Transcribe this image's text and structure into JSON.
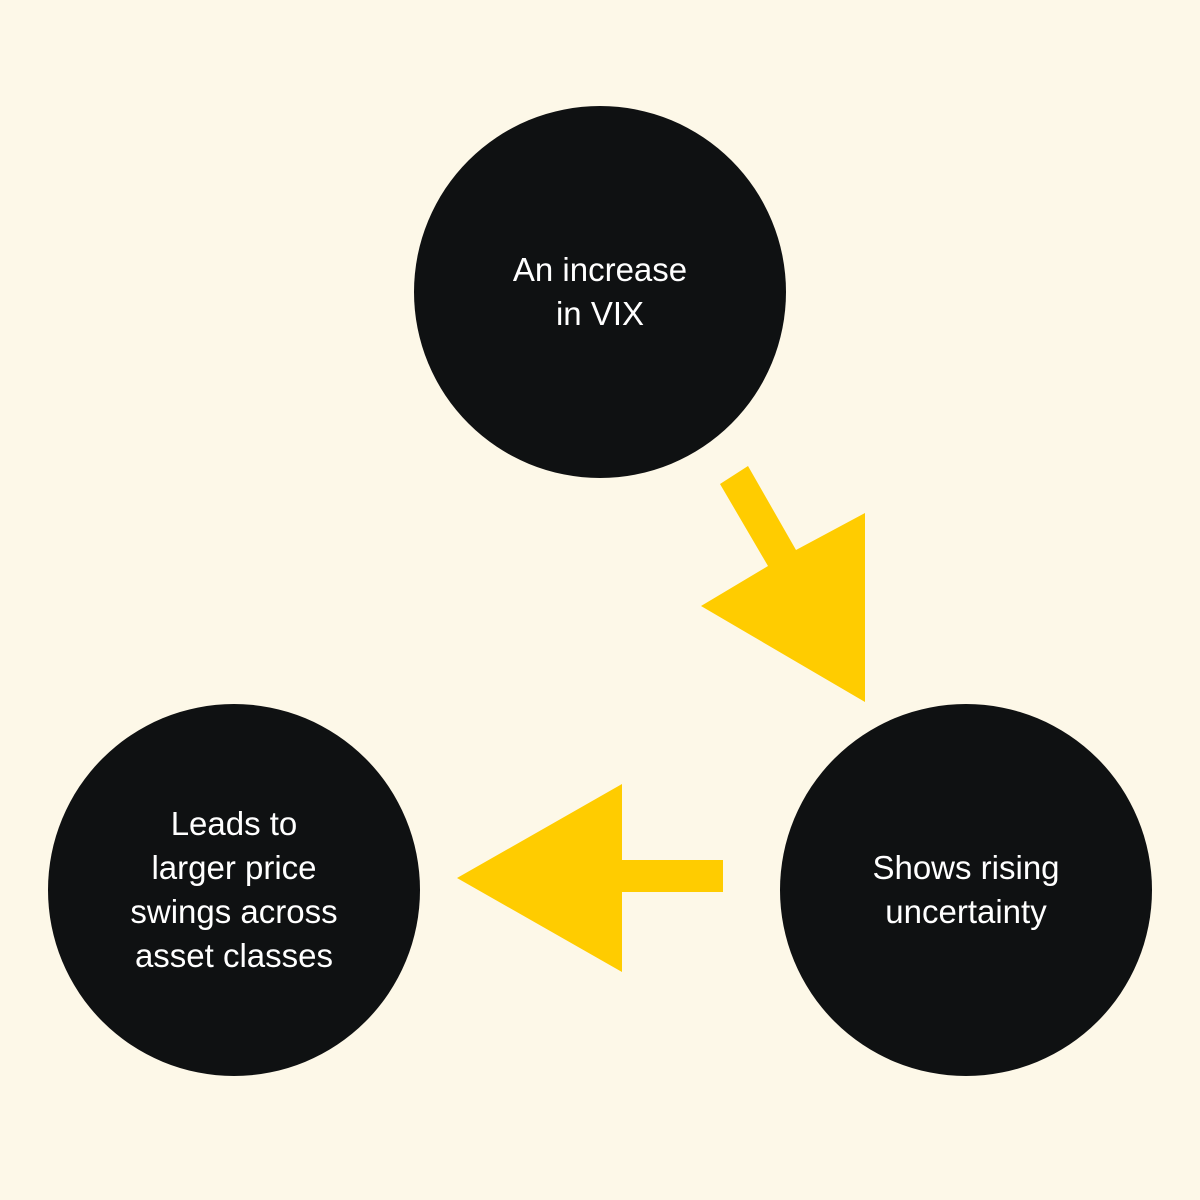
{
  "diagram": {
    "nodes": [
      {
        "id": "vix",
        "text": "An increase\nin VIX"
      },
      {
        "id": "uncertainty",
        "text": "Shows rising\nuncertainty"
      },
      {
        "id": "swings",
        "text": "Leads to\nlarger price\nswings across\nasset classes"
      }
    ],
    "edges": [
      {
        "from": "vix",
        "to": "uncertainty"
      },
      {
        "from": "uncertainty",
        "to": "swings"
      }
    ],
    "colors": {
      "background": "#fdf8e8",
      "node_fill": "#0f1112",
      "node_text": "#ffffff",
      "arrow": "#ffcc00"
    }
  }
}
